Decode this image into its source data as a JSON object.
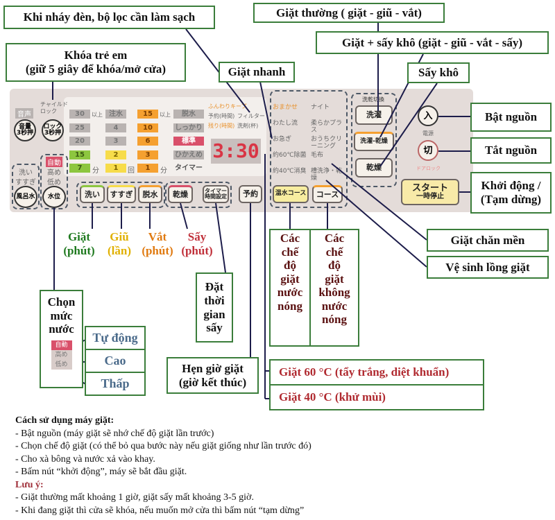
{
  "callouts": {
    "filter": "Khi nháy đèn, bộ lọc cần làm sạch",
    "normal_wash": "Giặt thường ( giặt - giũ - vắt)",
    "wash_dry": "Giặt + sấy khô (giặt - giũ - vắt - sấy)",
    "dry_only": "Sấy khô",
    "child_lock": [
      "Khóa trẻ em",
      "(giữ 5 giây để khóa/mở cửa)"
    ],
    "quick_wash": "Giặt nhanh",
    "power_on": "Bật nguồn",
    "power_off": "Tắt nguồn",
    "start": [
      "Khởi động /",
      "(Tạm dừng)"
    ],
    "blanket": "Giặt chăn mền",
    "tub_clean": "Vệ sinh lồng giặt",
    "wash_min": [
      "Giặt",
      "(phút)"
    ],
    "rinse_times": [
      "Giũ",
      "(lần)"
    ],
    "spin_min": [
      "Vắt",
      "(phút)"
    ],
    "dry_min": [
      "Sấy",
      "(phút)"
    ],
    "water_level": [
      "Chọn",
      "mức",
      "nước"
    ],
    "water_options": [
      "Tự động",
      "Cao",
      "Thấp"
    ],
    "dry_timer": [
      "Đặt",
      "thời",
      "gian",
      "sấy"
    ],
    "reserve": [
      "Hẹn giờ giặt",
      "(giờ kết thúc)"
    ],
    "hot_courses": [
      "Các",
      "chế",
      "độ",
      "giặt",
      "nước",
      "nóng"
    ],
    "cold_courses": [
      "Các",
      "chế",
      "độ",
      "giặt",
      "không",
      "nước",
      "nóng"
    ],
    "wash60": "Giặt 60 °C (tẩy trắng, diệt khuẩn)",
    "wash40": "Giặt 40 °C (khử mùi)"
  },
  "colors": {
    "green": "#1f7a1f",
    "yellow": "#e0b000",
    "orange": "#e07a10",
    "red": "#c0303a",
    "border": "#3a7d3a"
  },
  "panel": {
    "left": {
      "voice": "音声",
      "child": "チャイルドロック",
      "vol_btn": "音量\n3秒押",
      "lock_btn": "ロック\n3秒押",
      "bath_opts": [
        "洗い",
        "すすぎ"
      ],
      "bath_btn": "風呂水",
      "level_opts": [
        "自動",
        "高め",
        "低め"
      ],
      "level_btn": "水位",
      "mini_levels": [
        "自動",
        "高め",
        "低め"
      ]
    },
    "leds": {
      "wash": [
        "30",
        "25",
        "20",
        "15",
        "7"
      ],
      "wash_suffix": [
        "以上",
        "分"
      ],
      "rinse": [
        "注水",
        "4",
        "3",
        "2",
        "1"
      ],
      "rinse_suffix": "回",
      "spin": [
        "15",
        "10",
        "6",
        "3",
        "1"
      ],
      "spin_suffix": [
        "以上",
        "分"
      ],
      "dry": [
        "脱水",
        "しっかり",
        "標準",
        "ひかえめ",
        "タイマー"
      ]
    },
    "display": {
      "keep": "ふんわりキープ",
      "reserve": "予約(時間)",
      "filter": "フィルター",
      "remain": "残り(時間)",
      "detergent": "洗剤(杯)",
      "time": "3:30"
    },
    "courses": [
      [
        "おまかせ",
        "ナイト"
      ],
      [
        "わたし流",
        "柔らかプラス"
      ],
      [
        "お急ぎ",
        "おうちクリーニング"
      ],
      [
        "約60℃除菌",
        "毛布"
      ],
      [
        "約40℃消臭",
        "槽洗浄・乾燥"
      ]
    ],
    "buttons": {
      "wash": "洗い",
      "rinse": "すすぎ",
      "spin": "脱水",
      "dry": "乾燥",
      "timer": "タイマー\n時間設定",
      "reserve": "予約",
      "hot": "温水コース",
      "course": "コース"
    },
    "mode": {
      "label": "洗乾切換",
      "wash": "洗濯",
      "wash_dry": "洗濯-乾燥",
      "dry": "乾燥"
    },
    "power": {
      "on": "入",
      "label": "電源",
      "off": "切",
      "door": "ドアロック",
      "start": "スタート",
      "pause": "一時停止"
    }
  },
  "instructions": {
    "title": "Cách sử dụng máy giặt:",
    "steps": [
      "- Bật nguồn (máy giặt sẽ nhớ chế độ giặt lần trước)",
      "- Chọn chế độ giặt (có thể bỏ qua bước này nếu giặt giống như lần trước đó)",
      "- Cho xà bông và nước xả vào khay.",
      "- Bấm nút “khởi động”, máy sẽ bắt đầu giặt."
    ],
    "note_title": "Lưu ý:",
    "notes": [
      "- Giặt thường mất khoảng 1 giờ, giặt sấy mất khoảng 3-5 giờ.",
      "- Khi đang giặt thì cửa sẽ khóa, nếu muốn mở cửa thì bấm nút “tạm dừng”"
    ]
  }
}
